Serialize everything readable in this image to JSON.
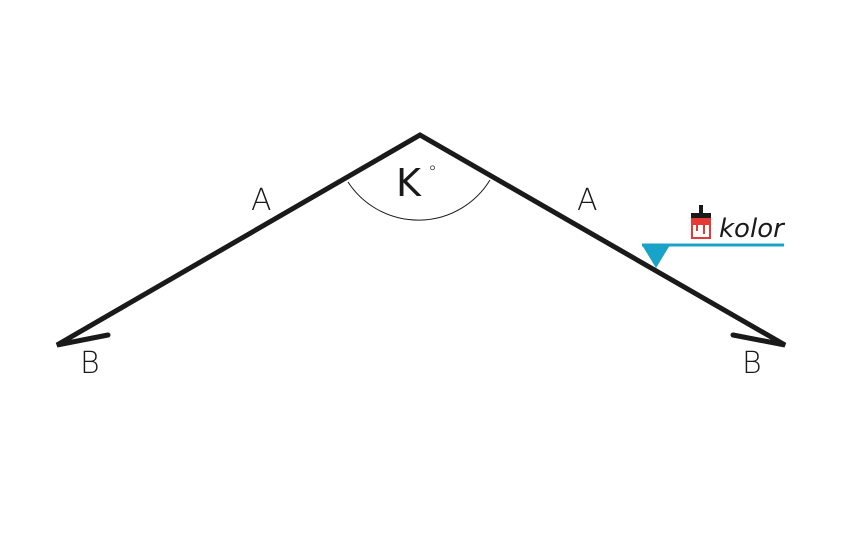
{
  "diagram": {
    "edge_label_left": "A",
    "edge_label_right": "A",
    "hem_label_left": "B",
    "hem_label_right": "B",
    "angle_label": "K",
    "angle_unit": "°",
    "color_side_label": "kolor"
  },
  "icons": {
    "paint_brush": "paint-brush-icon",
    "color_side_marker": "triangle-down-icon"
  },
  "colors": {
    "profile_line": "#1a1a1a",
    "color_side_accent": "#1aa3c8",
    "paint_red": "#e53935"
  }
}
